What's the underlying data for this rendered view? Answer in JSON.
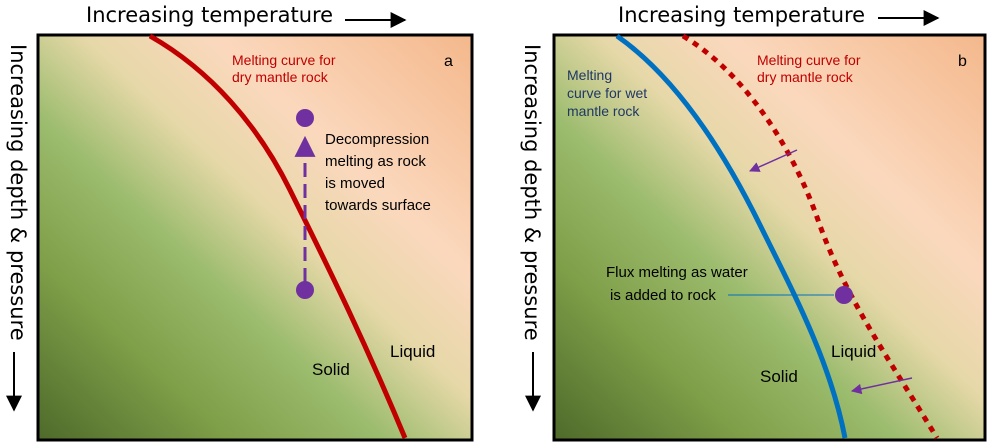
{
  "panel_a": {
    "axis_x_label": "Increasing temperature",
    "axis_y_label": "Increasing depth & pressure",
    "panel_letter": "a",
    "dry_curve_label": [
      "Melting curve for",
      "dry mantle rock"
    ],
    "process_label": [
      "Decompression",
      "melting as rock",
      "is moved",
      "towards surface"
    ],
    "solid_label": "Solid",
    "liquid_label": "Liquid"
  },
  "panel_b": {
    "axis_x_label": "Increasing temperature",
    "axis_y_label": "Increasing depth & pressure",
    "panel_letter": "b",
    "wet_curve_label": [
      "Melting",
      "curve for wet",
      "mantle rock"
    ],
    "dry_curve_label": [
      "Melting curve for",
      "dry mantle rock"
    ],
    "process_label": [
      "Flux melting as water",
      "is added to rock"
    ],
    "solid_label": "Solid",
    "liquid_label": "Liquid"
  },
  "colors": {
    "dry_curve": "#c00000",
    "wet_curve": "#0070c0",
    "marker": "#7030a0",
    "solid_field": "#8fb35f",
    "liquid_field": "#f6c09a",
    "wet_label_text": "#1f3864"
  }
}
